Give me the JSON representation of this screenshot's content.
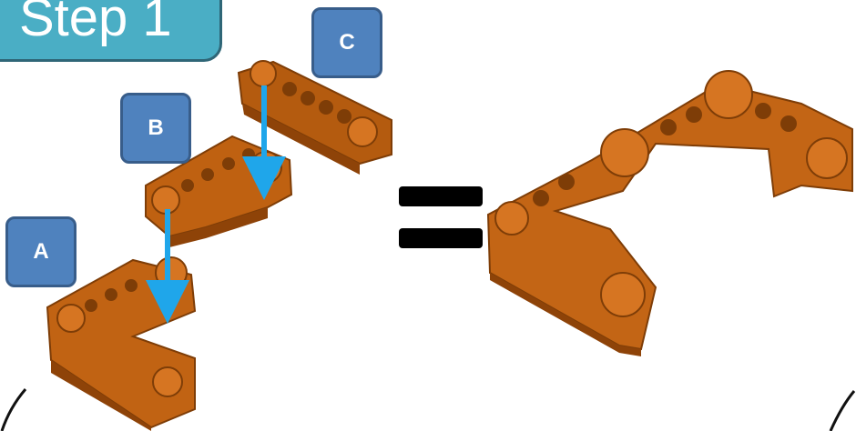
{
  "title": "Step 1",
  "labels": {
    "a": "A",
    "b": "B",
    "c": "C"
  },
  "colors": {
    "title_fill": "#4aaec5",
    "label_fill": "#4f82be",
    "piece_fill": "#c86412",
    "piece_shadow": "#8e4308",
    "arrow": "#1fa6ea",
    "equals": "#000000"
  },
  "symbols": {
    "equals": "="
  }
}
